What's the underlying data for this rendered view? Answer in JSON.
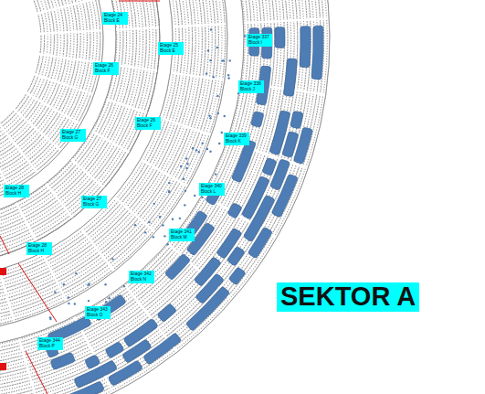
{
  "diagram": {
    "nodes": [
      {
        "text": [
          "Etage 24 Block E"
        ]
      },
      {
        "text": [
          "Etage 337 Block I"
        ]
      },
      {
        "text": [
          "Etage 25 Block E"
        ]
      },
      {
        "text": [
          "Etage 26 Block F"
        ]
      },
      {
        "text": [
          "Etage 338 Block J"
        ]
      },
      {
        "text": [
          "Etage 26 Block F"
        ]
      },
      {
        "text": [
          "Etage 27 Block G"
        ]
      },
      {
        "text": [
          "Etage 339 Block K"
        ]
      },
      {
        "text": [
          "Etage 340 Block L"
        ]
      },
      {
        "text": [
          "Etage 28 Block H"
        ]
      },
      {
        "text": [
          "Etage 27 Block G"
        ]
      },
      {
        "text": [
          "Etage 341 Block M"
        ]
      },
      {
        "text": [
          "Etage 28 Block H"
        ]
      },
      {
        "text": [
          "Etage 342 Block N"
        ]
      },
      {
        "text": [
          "SEKTOR A"
        ]
      },
      {
        "text": [
          "Etage 343 Block O"
        ]
      },
      {
        "text": [
          "Etage 344 Block P"
        ]
      }
    ]
  }
}
